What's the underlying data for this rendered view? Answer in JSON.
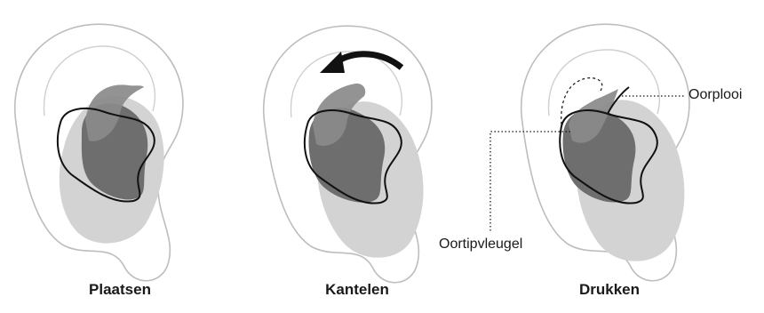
{
  "steps": [
    {
      "label": "Plaatsen"
    },
    {
      "label": "Kantelen"
    },
    {
      "label": "Drukken"
    }
  ],
  "callouts": {
    "ear_fold": "Oorplooi",
    "tip_wing": "Oortipvleugel"
  },
  "colors": {
    "ear_outline": "#bdbdbd",
    "earbud_light": "#d3d3d3",
    "earbud_dark": "#6e6e6e",
    "wing": "#8a8a8a",
    "line": "#111111"
  },
  "icons": [
    "tilt-arrow-icon"
  ]
}
